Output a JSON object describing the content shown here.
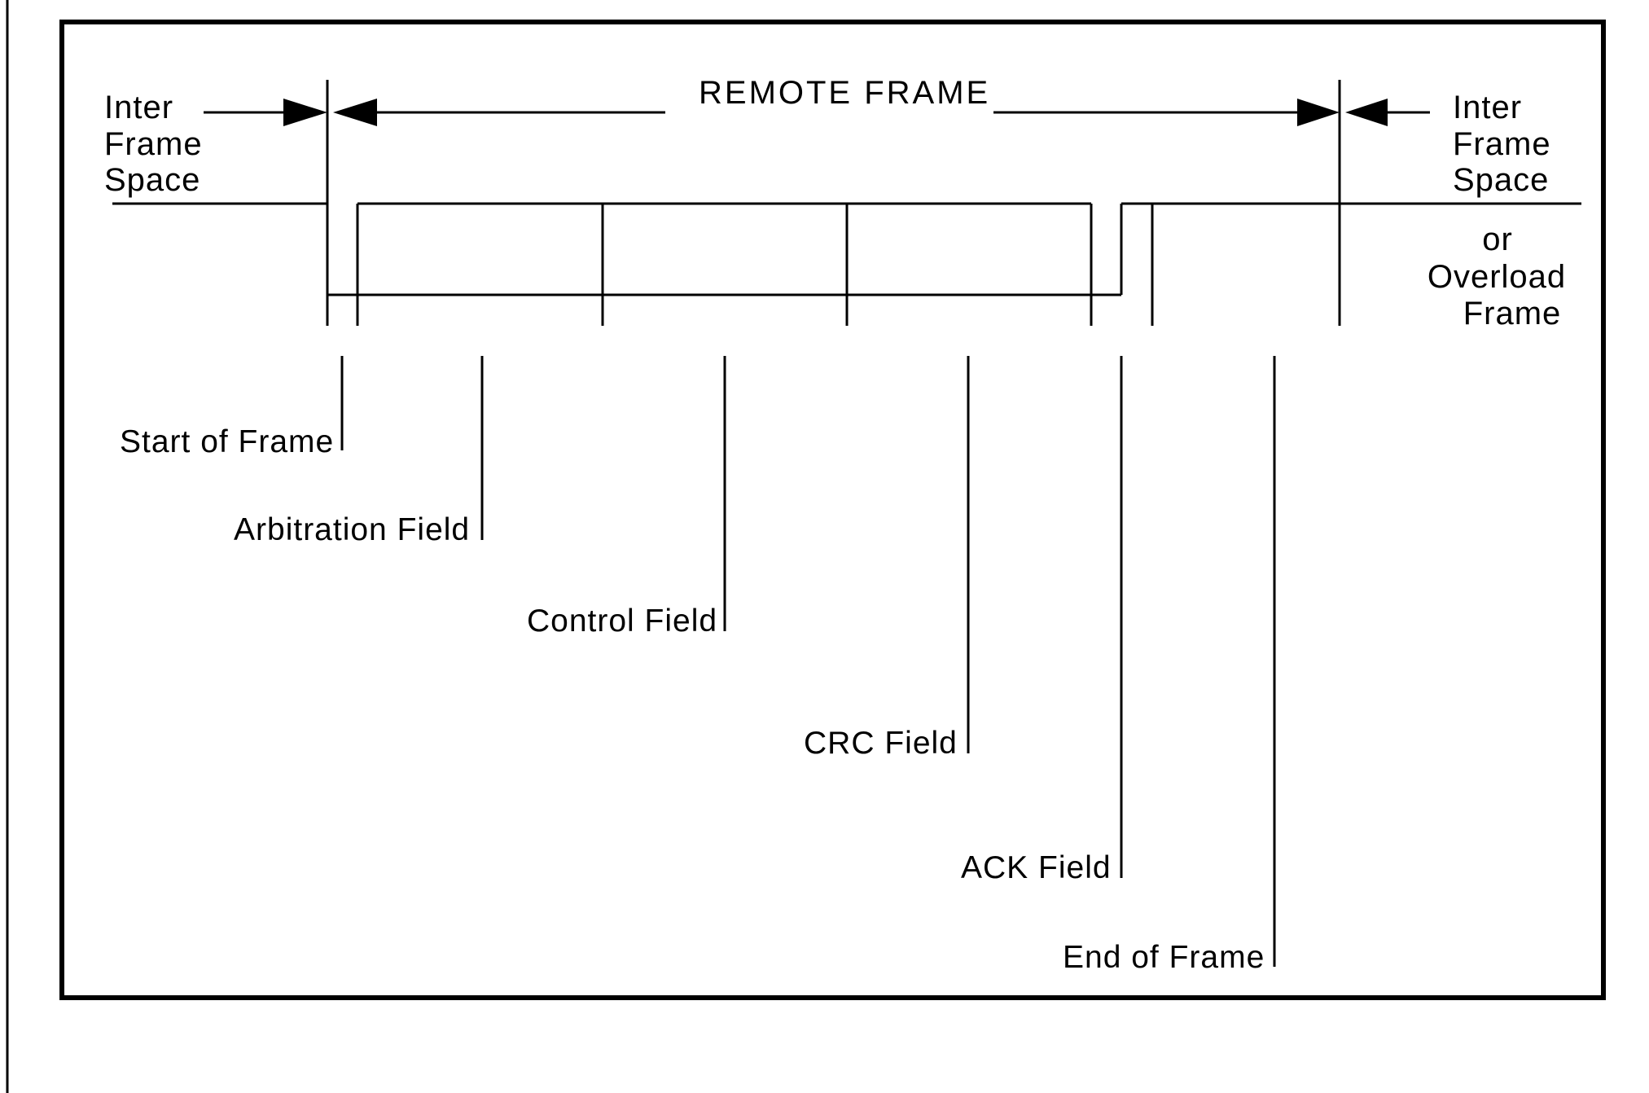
{
  "diagram": {
    "title": "REMOTE FRAME",
    "inter_frame_space_left": [
      "Inter",
      "Frame",
      "Space"
    ],
    "inter_frame_space_right": [
      "Inter",
      "Frame",
      "Space"
    ],
    "overload_note": [
      "or",
      "Overload",
      "Frame"
    ],
    "field_labels": {
      "start_of_frame": "Start of Frame",
      "arbitration_field": "Arbitration Field",
      "control_field": "Control Field",
      "crc_field": "CRC Field",
      "ack_field": "ACK Field",
      "end_of_frame": "End of Frame"
    },
    "colors": {
      "ink": "#000000",
      "background": "#ffffff"
    }
  }
}
